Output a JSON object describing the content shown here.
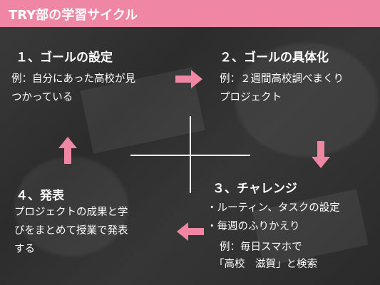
{
  "slide": {
    "title": "TRY部の学習サイクル",
    "accent_color": "#ef86a4",
    "arrow_color": "#ef86a4"
  },
  "step1": {
    "heading": "１、ゴールの設定",
    "lines": [
      "例：自分にあった高校が見",
      "つかっている"
    ]
  },
  "step2": {
    "heading": "２、ゴールの具体化",
    "lines": [
      "例：２週間高校調べまくり",
      "プロジェクト"
    ]
  },
  "step3": {
    "heading": "３、チャレンジ",
    "bullets": [
      "・ルーティン、タスクの設定",
      "・毎週のふりかえり"
    ],
    "example_lines": [
      "例：毎日スマホで",
      "「高校　滋賀」と検索"
    ]
  },
  "step4": {
    "heading": "４、発表",
    "lines": [
      "プロジェクトの成果と学",
      "びをまとめて授業で発表",
      "する"
    ]
  },
  "arrows": {
    "top": "arrow-right",
    "right": "arrow-down",
    "bottom": "arrow-left",
    "left": "arrow-up"
  }
}
